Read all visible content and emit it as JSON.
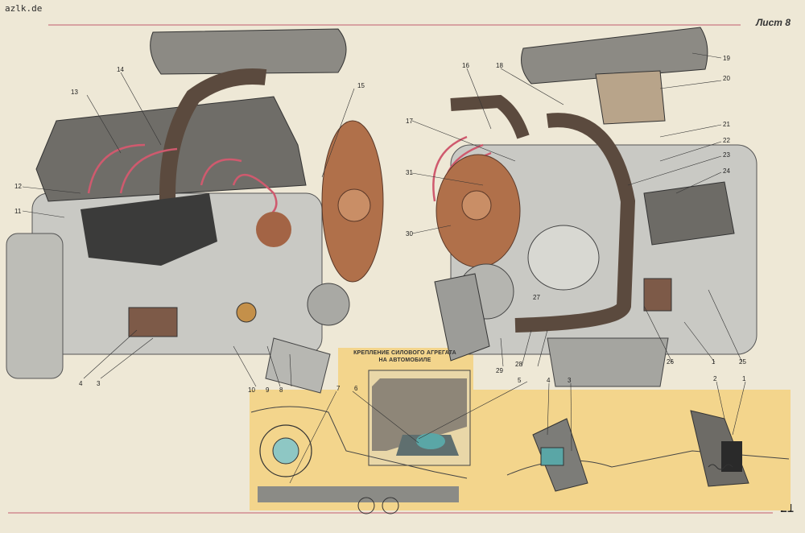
{
  "watermark": "azlk.de",
  "sheet_label": "Лист 8",
  "page_number": "21",
  "mount_section": {
    "title_line1": "КРЕПЛЕНИЕ СИЛОВОГО АГРЕГАТА",
    "title_line2": "НА АВТОМОБИЛЕ"
  },
  "callouts": {
    "c1": "1",
    "c1b": "1",
    "c2": "2",
    "c3": "3",
    "c3b": "3",
    "c4": "4",
    "c4b": "4",
    "c5": "5",
    "c6": "6",
    "c7": "7",
    "c8": "8",
    "c9": "9",
    "c10": "10",
    "c11": "11",
    "c12": "12",
    "c13": "13",
    "c14": "14",
    "c15": "15",
    "c16": "16",
    "c17": "17",
    "c18": "18",
    "c19": "19",
    "c20": "20",
    "c21": "21",
    "c22": "22",
    "c23": "23",
    "c24": "24",
    "c25": "25",
    "c26": "26",
    "c27": "27",
    "c28": "28",
    "c29": "29",
    "c30": "30",
    "c31": "31"
  },
  "colors": {
    "paper": "#eee8d6",
    "mount_panel": "#f3d58c",
    "engine_block": "#c9c9c4",
    "valve_cover": "#6f6d68",
    "hose": "#5b4a3e",
    "fan": "#b0704a",
    "ignition_wires": "#cf5a6e",
    "accent_line": "#d8a2a2"
  }
}
